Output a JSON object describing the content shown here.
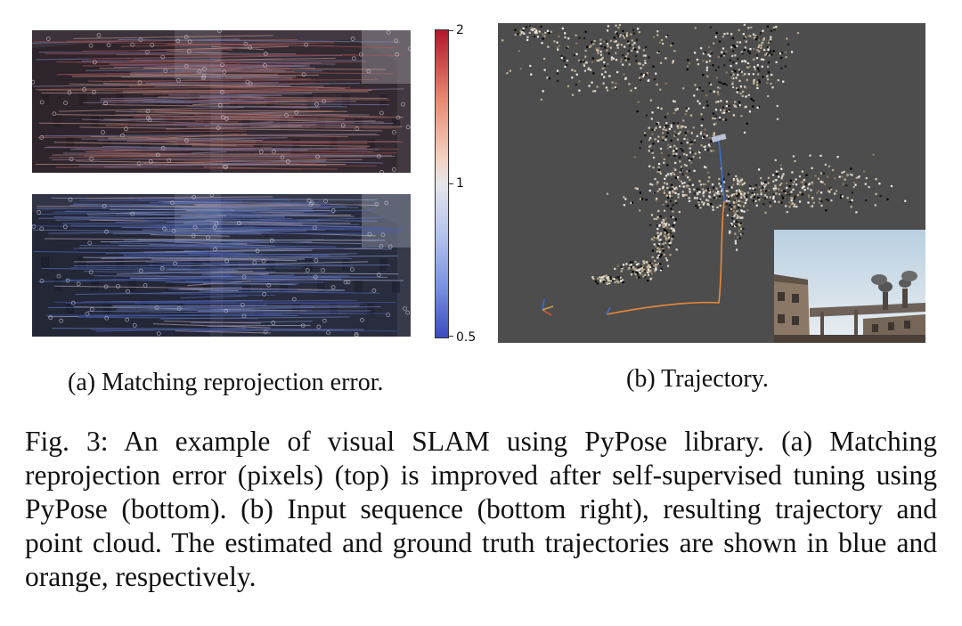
{
  "panel_a": {
    "colorbar": {
      "ticks": [
        "2",
        "1",
        "0.5"
      ],
      "colors": {
        "high": "#b2182b",
        "mid": "#e6e6ea",
        "low": "#3b4cc0"
      }
    },
    "caption": "(a) Matching reprojection error."
  },
  "panel_b": {
    "caption": "(b) Trajectory.",
    "colors": {
      "background": "#4d4d4d",
      "estimated": "#3b6fd6",
      "ground_truth": "#e8883a"
    }
  },
  "figure_caption": {
    "label": "Fig. 3:",
    "text": "An example of visual SLAM using PyPose library. (a) Matching reprojection error (pixels) (top) is improved after self-supervised tuning using PyPose (bottom). (b) Input sequence (bottom right), resulting trajectory and point cloud. The estimated and ground truth trajectories are shown in blue and orange, respectively."
  }
}
